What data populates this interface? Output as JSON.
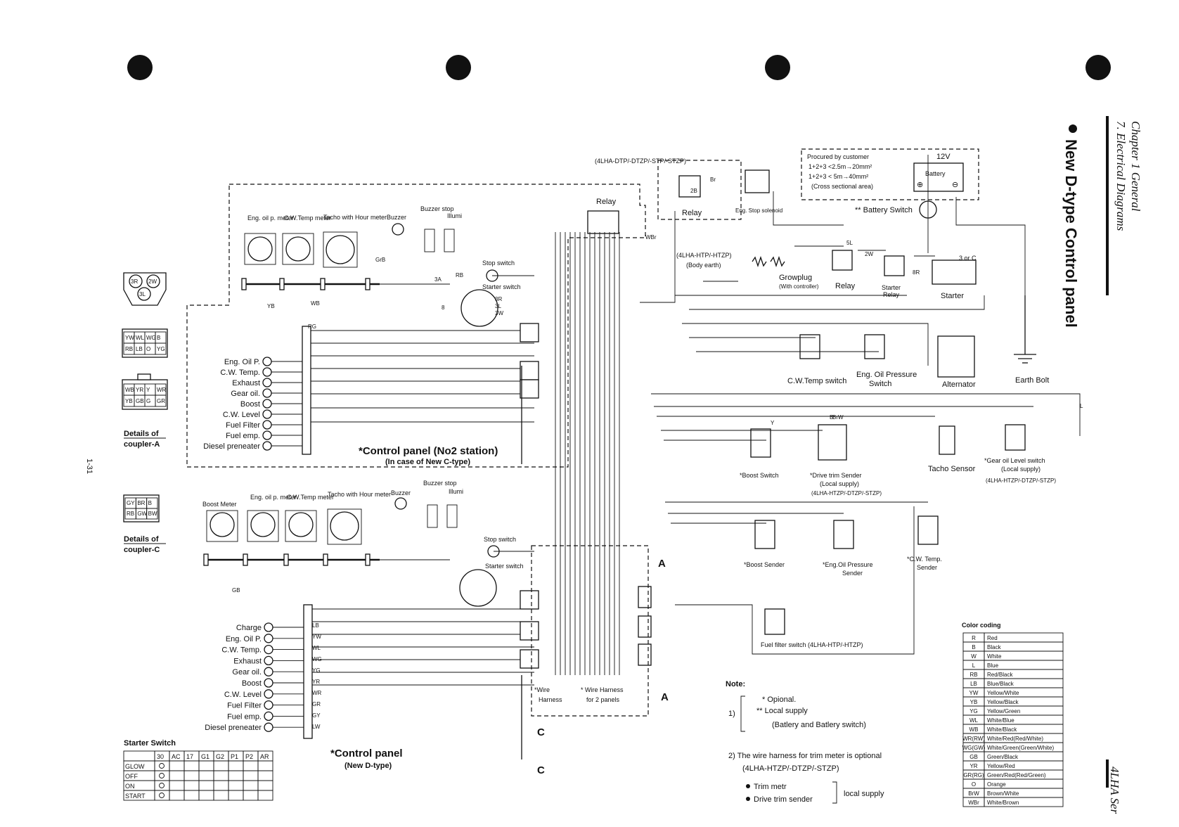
{
  "side_header": {
    "chapter": "Chapter 1 General",
    "section": "7. Electrical Diagrams",
    "series": "4LHA Ser",
    "page_number": "1-31"
  },
  "title": "New D-type Control panel",
  "top_panel": {
    "caption": "*Control panel (No2 station)",
    "subcaption": "(In case of New C-type)",
    "instruments": [
      "Eng. oil p. meter",
      "C.W.Temp meter",
      "Tacho with Hour meter",
      "Buzzer",
      "Buzzer stop",
      "Illumi"
    ],
    "stop_switch": "Stop switch",
    "starter_switch": "Starter switch",
    "relay": "Relay",
    "lamps": [
      "Eng. Oil P.",
      "C.W. Temp.",
      "Exhaust",
      "Gear oil.",
      "Boost",
      "C.W. Level",
      "Fuel Filter",
      "Fuel emp.",
      "Diesel preneater"
    ]
  },
  "bottom_panel": {
    "caption": "*Control panel",
    "subcaption": "(New D-type)",
    "instruments": [
      "Boost Meter",
      "Eng. oil p. meter",
      "C.W.Temp meter",
      "Tacho with Hour meter",
      "Buzzer",
      "Buzzer stop",
      "Illumi"
    ],
    "stop_switch": "Stop switch",
    "starter_switch": "Starter switch",
    "lamps": [
      "Charge",
      "Eng. Oil P.",
      "C.W. Temp.",
      "Exhaust",
      "Gear oil.",
      "Boost",
      "C.W. Level",
      "Fuel Filter",
      "Fuel emp.",
      "Diesel preneater"
    ]
  },
  "couplers": {
    "c3_pins": [
      "3R",
      "2W",
      "3L"
    ],
    "a_top": [
      "YW",
      "WL",
      "WG",
      "B",
      "RB",
      "LB",
      "O",
      "YG"
    ],
    "a_bottom": [
      "WB",
      "YR",
      "Y",
      "WR",
      "YB",
      "GB",
      "G",
      "GR"
    ],
    "a_label": [
      "Details of",
      "coupler-A"
    ],
    "c_pins": [
      "GY",
      "BR",
      "B",
      "RB",
      "GW",
      "BW"
    ],
    "c_label": [
      "Details of",
      "coupler-C"
    ]
  },
  "engine": {
    "model_top": "(4LHA-DTP/-DTZP/-STP/-STZP)",
    "relay": "Relay",
    "stop_solenoid": "Eng. Stop solenoid",
    "model_body_earth": "(4LHA-HTP/-HTZP)",
    "body_earth": "(Body earth)",
    "growplug": "Growplug",
    "growplug_sub": "(With controller)",
    "relay2": "Relay",
    "starter_relay": [
      "Starter",
      "Relay"
    ],
    "starter": "Starter",
    "three_or_c": "3 or C",
    "earth_bolt": "Earth Bolt",
    "alternator": "Alternator",
    "cw_temp_switch": "C.W.Temp switch",
    "eng_oil_switch": [
      "Eng. Oil Pressure",
      "Switch"
    ],
    "tacho_sensor": "Tacho Sensor",
    "gear_oil_switch": [
      "*Gear oil Level switch",
      "(Local supply)",
      "(4LHA-HTZP/-DTZP/-STZP)"
    ],
    "boost_switch": "*Boost Switch",
    "drive_trim": [
      "*Drive trim Sender",
      "(Local supply)",
      "(4LHA-HTZP/-DTZP/-STZP)"
    ],
    "boost_sender": "*Boost Sender",
    "eng_oil_sender": [
      "*Eng.Oil Pressure",
      "Sender"
    ],
    "cw_temp_sender": [
      "*C.W. Temp.",
      "Sender"
    ],
    "fuel_filter_switch": "Fuel filter switch (4LHA-HTP/-HTZP)"
  },
  "battery": {
    "lines": [
      "Procured by customer",
      "1+2+3 <2.5m→20mm²",
      "1+2+3 <  5m→40mm²",
      "(Cross sectional area)"
    ],
    "voltage": "12V",
    "label": "Battery",
    "switch": "** Battery Switch"
  },
  "wire_labels": [
    "RG",
    "YB",
    "WB",
    "GB",
    "LB",
    "YW",
    "WL",
    "WG",
    "YG",
    "YR",
    "WR",
    "GR",
    "GY",
    "LW",
    "GrB",
    "3A",
    "RB",
    "3R",
    "3L",
    "3W",
    "8",
    "WBr",
    "Br",
    "2B",
    "5L",
    "2W",
    "8R",
    "Y",
    "BrW",
    "B",
    "L"
  ],
  "harness": {
    "wire": [
      "*Wire",
      "Harness"
    ],
    "wire2": [
      "* Wire Harness",
      "for 2 panels"
    ],
    "marker_a": "A",
    "marker_c": "C"
  },
  "notes": {
    "heading": "Note:",
    "n1_num": "1)",
    "n1_a": "* Opional.",
    "n1_b": "** Local supply",
    "n1_c": "(Batlery and Batlery switch)",
    "n2": "2) The wire harness for trim meter is optional",
    "n2_model": "(4LHA-HTZP/-DTZP/-STZP)",
    "trim_a": "Trim metr",
    "trim_b": "Drive trim sender",
    "trim_supply": "local supply"
  },
  "starter_table": {
    "title": "Starter Switch",
    "columns": [
      "",
      "30",
      "AC",
      "17",
      "G1",
      "G2",
      "P1",
      "P2",
      "AR"
    ],
    "rows": [
      "GLOW",
      "OFF",
      "ON",
      "START"
    ]
  },
  "color_coding": {
    "title": "Color coding",
    "rows": [
      [
        "R",
        "Red"
      ],
      [
        "B",
        "Black"
      ],
      [
        "W",
        "White"
      ],
      [
        "L",
        "Blue"
      ],
      [
        "RB",
        "Red/Black"
      ],
      [
        "LB",
        "Blue/Black"
      ],
      [
        "YW",
        "Yellow/White"
      ],
      [
        "YB",
        "Yellow/Black"
      ],
      [
        "YG",
        "Yellow/Green"
      ],
      [
        "WL",
        "White/Blue"
      ],
      [
        "WB",
        "White/Black"
      ],
      [
        "WR(RW)",
        "White/Red(Red/White)"
      ],
      [
        "WG(GW)",
        "White/Green(Green/White)"
      ],
      [
        "GB",
        "Green/Black"
      ],
      [
        "YR",
        "Yellow/Red"
      ],
      [
        "GR(RG)",
        "Green/Red(Red/Green)"
      ],
      [
        "O",
        "Orange"
      ],
      [
        "BrW",
        "Brown/White"
      ],
      [
        "WBr",
        "White/Brown"
      ]
    ]
  }
}
